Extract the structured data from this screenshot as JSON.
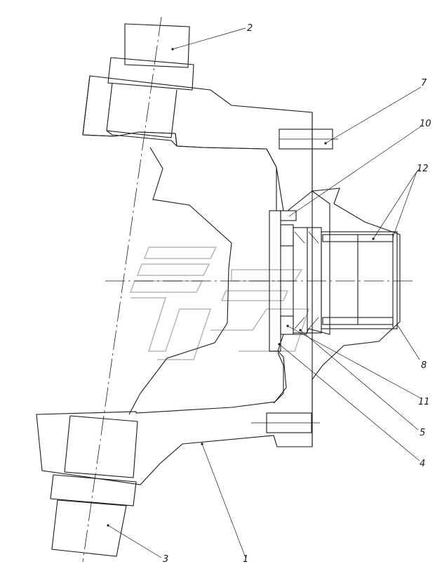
{
  "callouts": [
    {
      "id": "1",
      "label": "1"
    },
    {
      "id": "2",
      "label": "2"
    },
    {
      "id": "3",
      "label": "3"
    },
    {
      "id": "4",
      "label": "4"
    },
    {
      "id": "5",
      "label": "5"
    },
    {
      "id": "7",
      "label": "7"
    },
    {
      "id": "8",
      "label": "8"
    },
    {
      "id": "10",
      "label": "10"
    },
    {
      "id": "11",
      "label": "11"
    },
    {
      "id": "12",
      "label": "12"
    }
  ],
  "colors": {
    "line": "#1a1a1a",
    "watermark": "#b9b9b9",
    "background": "#ffffff"
  }
}
